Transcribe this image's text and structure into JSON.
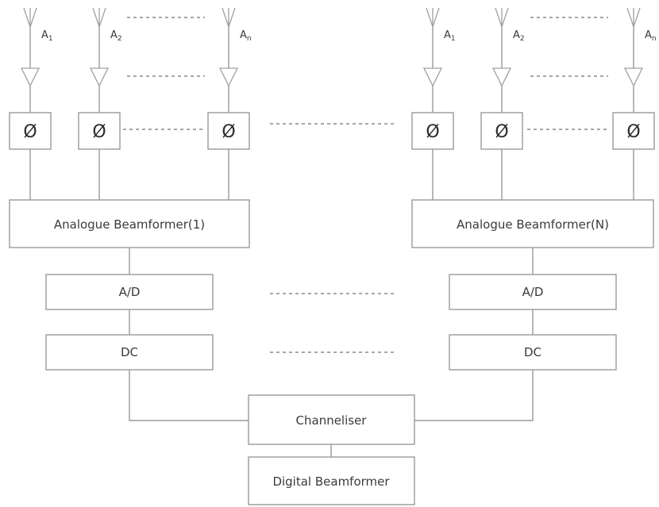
{
  "antenna_labels": {
    "a1_main": "A",
    "a1_sub": "1",
    "a2_main": "A",
    "a2_sub": "2",
    "an_main": "A",
    "an_sub": "n"
  },
  "phase_symbol": "Ø",
  "analogue_beamformer_1": "Analogue Beamformer(1)",
  "analogue_beamformer_n": "Analogue Beamformer(N)",
  "ad_label": "A/D",
  "dc_label": "DC",
  "channeliser_label": "Channeliser",
  "digital_beamformer_label": "Digital Beamformer"
}
